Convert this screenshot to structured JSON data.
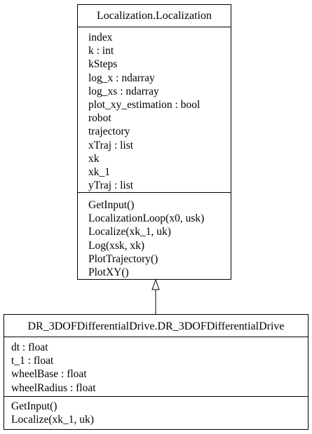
{
  "parent_class": {
    "name": "Localization.Localization",
    "attributes": [
      "index",
      "k : int",
      "kSteps",
      "log_x : ndarray",
      "log_xs : ndarray",
      "plot_xy_estimation : bool",
      "robot",
      "trajectory",
      "xTraj : list",
      "xk",
      "xk_1",
      "yTraj : list"
    ],
    "methods": [
      "GetInput()",
      "LocalizationLoop(x0, usk)",
      "Localize(xk_1, uk)",
      "Log(xsk, xk)",
      "PlotTrajectory()",
      "PlotXY()"
    ]
  },
  "child_class": {
    "name": "DR_3DOFDifferentialDrive.DR_3DOFDifferentialDrive",
    "attributes": [
      "dt : float",
      "t_1 : float",
      "wheelBase : float",
      "wheelRadius : float"
    ],
    "methods": [
      "GetInput()",
      "Localize(xk_1, uk)"
    ]
  },
  "relationship": {
    "type": "inheritance"
  },
  "colors": {
    "stroke": "#000000",
    "background": "#ffffff"
  }
}
